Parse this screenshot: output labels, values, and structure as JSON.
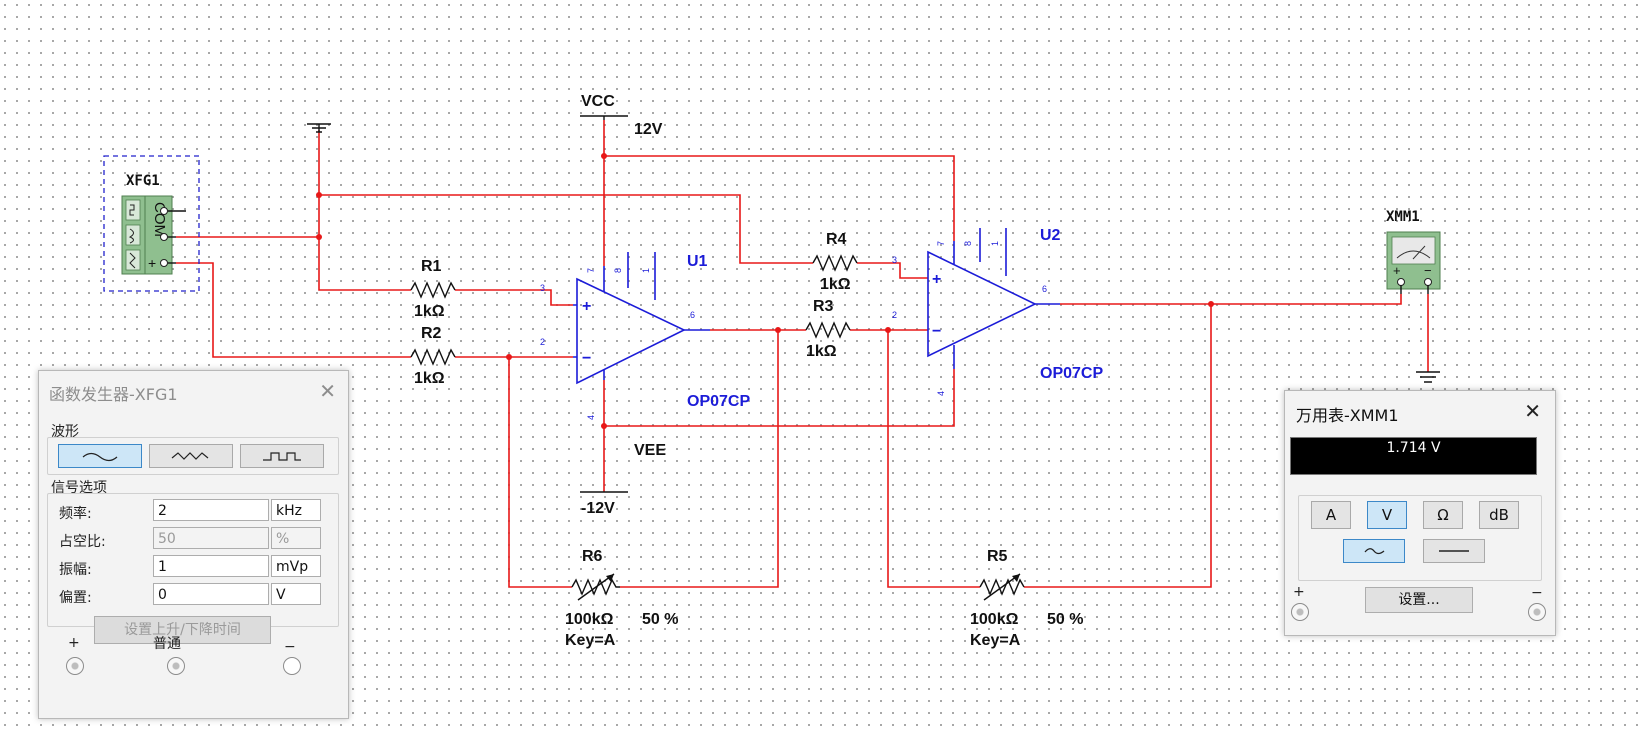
{
  "schematic": {
    "components": {
      "xfg1": {
        "name": "XFG1",
        "com": "COM",
        "plus": "+"
      },
      "xmm1": {
        "name": "XMM1",
        "plus": "+",
        "minus": "−"
      },
      "vcc": {
        "name": "VCC",
        "value": "12V"
      },
      "vee": {
        "name": "VEE",
        "value": "-12V"
      },
      "r1": {
        "name": "R1",
        "value": "1kΩ"
      },
      "r2": {
        "name": "R2",
        "value": "1kΩ"
      },
      "r3": {
        "name": "R3",
        "value": "1kΩ"
      },
      "r4": {
        "name": "R4",
        "value": "1kΩ"
      },
      "r5": {
        "name": "R5",
        "value": "100kΩ",
        "percent": "50 %",
        "key": "Key=A"
      },
      "r6": {
        "name": "R6",
        "value": "100kΩ",
        "percent": "50 %",
        "key": "Key=A"
      },
      "u1": {
        "name": "U1",
        "model": "OP07CP",
        "plus": "+",
        "minus": "−"
      },
      "u2": {
        "name": "U2",
        "model": "OP07CP",
        "plus": "+",
        "minus": "−"
      }
    },
    "pins": {
      "p2": "2",
      "p3": "3",
      "p4": "4",
      "p6": "6",
      "p7": "7",
      "p8": "8",
      "p1": "1"
    },
    "colors": {
      "wire": "#e81818",
      "opamp": "#1c1cd8",
      "instrument_body": "#8fbf8f"
    }
  },
  "function_generator": {
    "title": "函数发生器-XFG1",
    "close_icon": "close-icon",
    "waveform_label": "波形",
    "waveforms": [
      {
        "name": "sine",
        "selected": true
      },
      {
        "name": "triangle",
        "selected": false
      },
      {
        "name": "square",
        "selected": false
      }
    ],
    "signal_options_label": "信号选项",
    "frequency": {
      "label": "频率:",
      "value": "2",
      "unit": "kHz"
    },
    "duty_cycle": {
      "label": "占空比:",
      "value": "50",
      "unit": "%"
    },
    "amplitude": {
      "label": "振幅:",
      "value": "1",
      "unit": "mVp"
    },
    "offset": {
      "label": "偏置:",
      "value": "0",
      "unit": "V"
    },
    "rise_fall_button": "设置上升/下降时间",
    "terminals": {
      "plus": "+",
      "common": "普通",
      "minus": "−"
    }
  },
  "multimeter": {
    "title": "万用表-XMM1",
    "close_icon": "close-icon",
    "reading": "1.714 V",
    "modes": [
      "A",
      "V",
      "Ω",
      "dB"
    ],
    "selected_mode": "V",
    "coupling": [
      {
        "name": "ac",
        "selected": true
      },
      {
        "name": "dc",
        "selected": false
      }
    ],
    "settings_button": "设置...",
    "terminals": {
      "plus": "+",
      "minus": "−"
    }
  }
}
